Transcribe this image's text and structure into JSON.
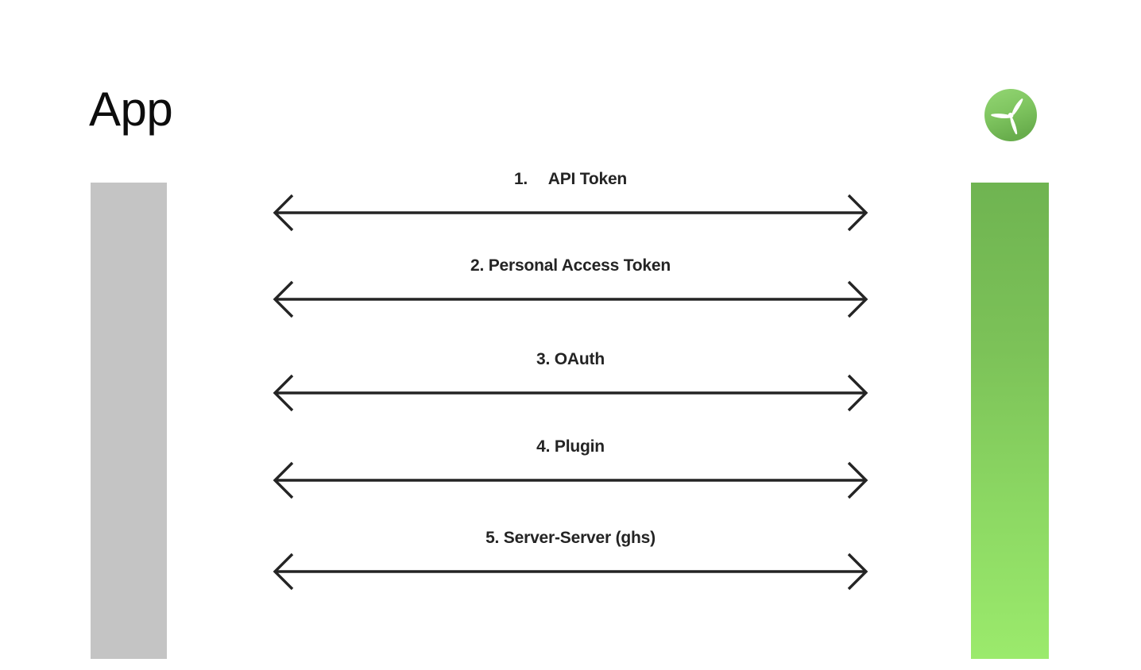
{
  "slide": {
    "title": "App",
    "background_color": "#ffffff"
  },
  "logo": {
    "icon": "propeller-logo-icon",
    "circle_color_top": "#8FD06E",
    "circle_color_bottom": "#6FB451",
    "blade_color": "#ffffff"
  },
  "lifelines": {
    "left": {
      "name": "app-lifeline",
      "color": "#c4c4c4"
    },
    "right": {
      "name": "service-lifeline",
      "gradient_top": "#6FB451",
      "gradient_bottom": "#9BEA6C"
    }
  },
  "messages": [
    {
      "index": "1.",
      "label": "1.  API Token",
      "direction": "bidirectional"
    },
    {
      "index": "2.",
      "label": "2. Personal Access Token",
      "direction": "bidirectional"
    },
    {
      "index": "3.",
      "label": "3. OAuth",
      "direction": "bidirectional"
    },
    {
      "index": "4.",
      "label": "4. Plugin",
      "direction": "bidirectional"
    },
    {
      "index": "5.",
      "label": "5. Server-Server (ghs)",
      "direction": "bidirectional"
    }
  ],
  "arrow": {
    "color": "#242424",
    "stroke_width": 3
  }
}
